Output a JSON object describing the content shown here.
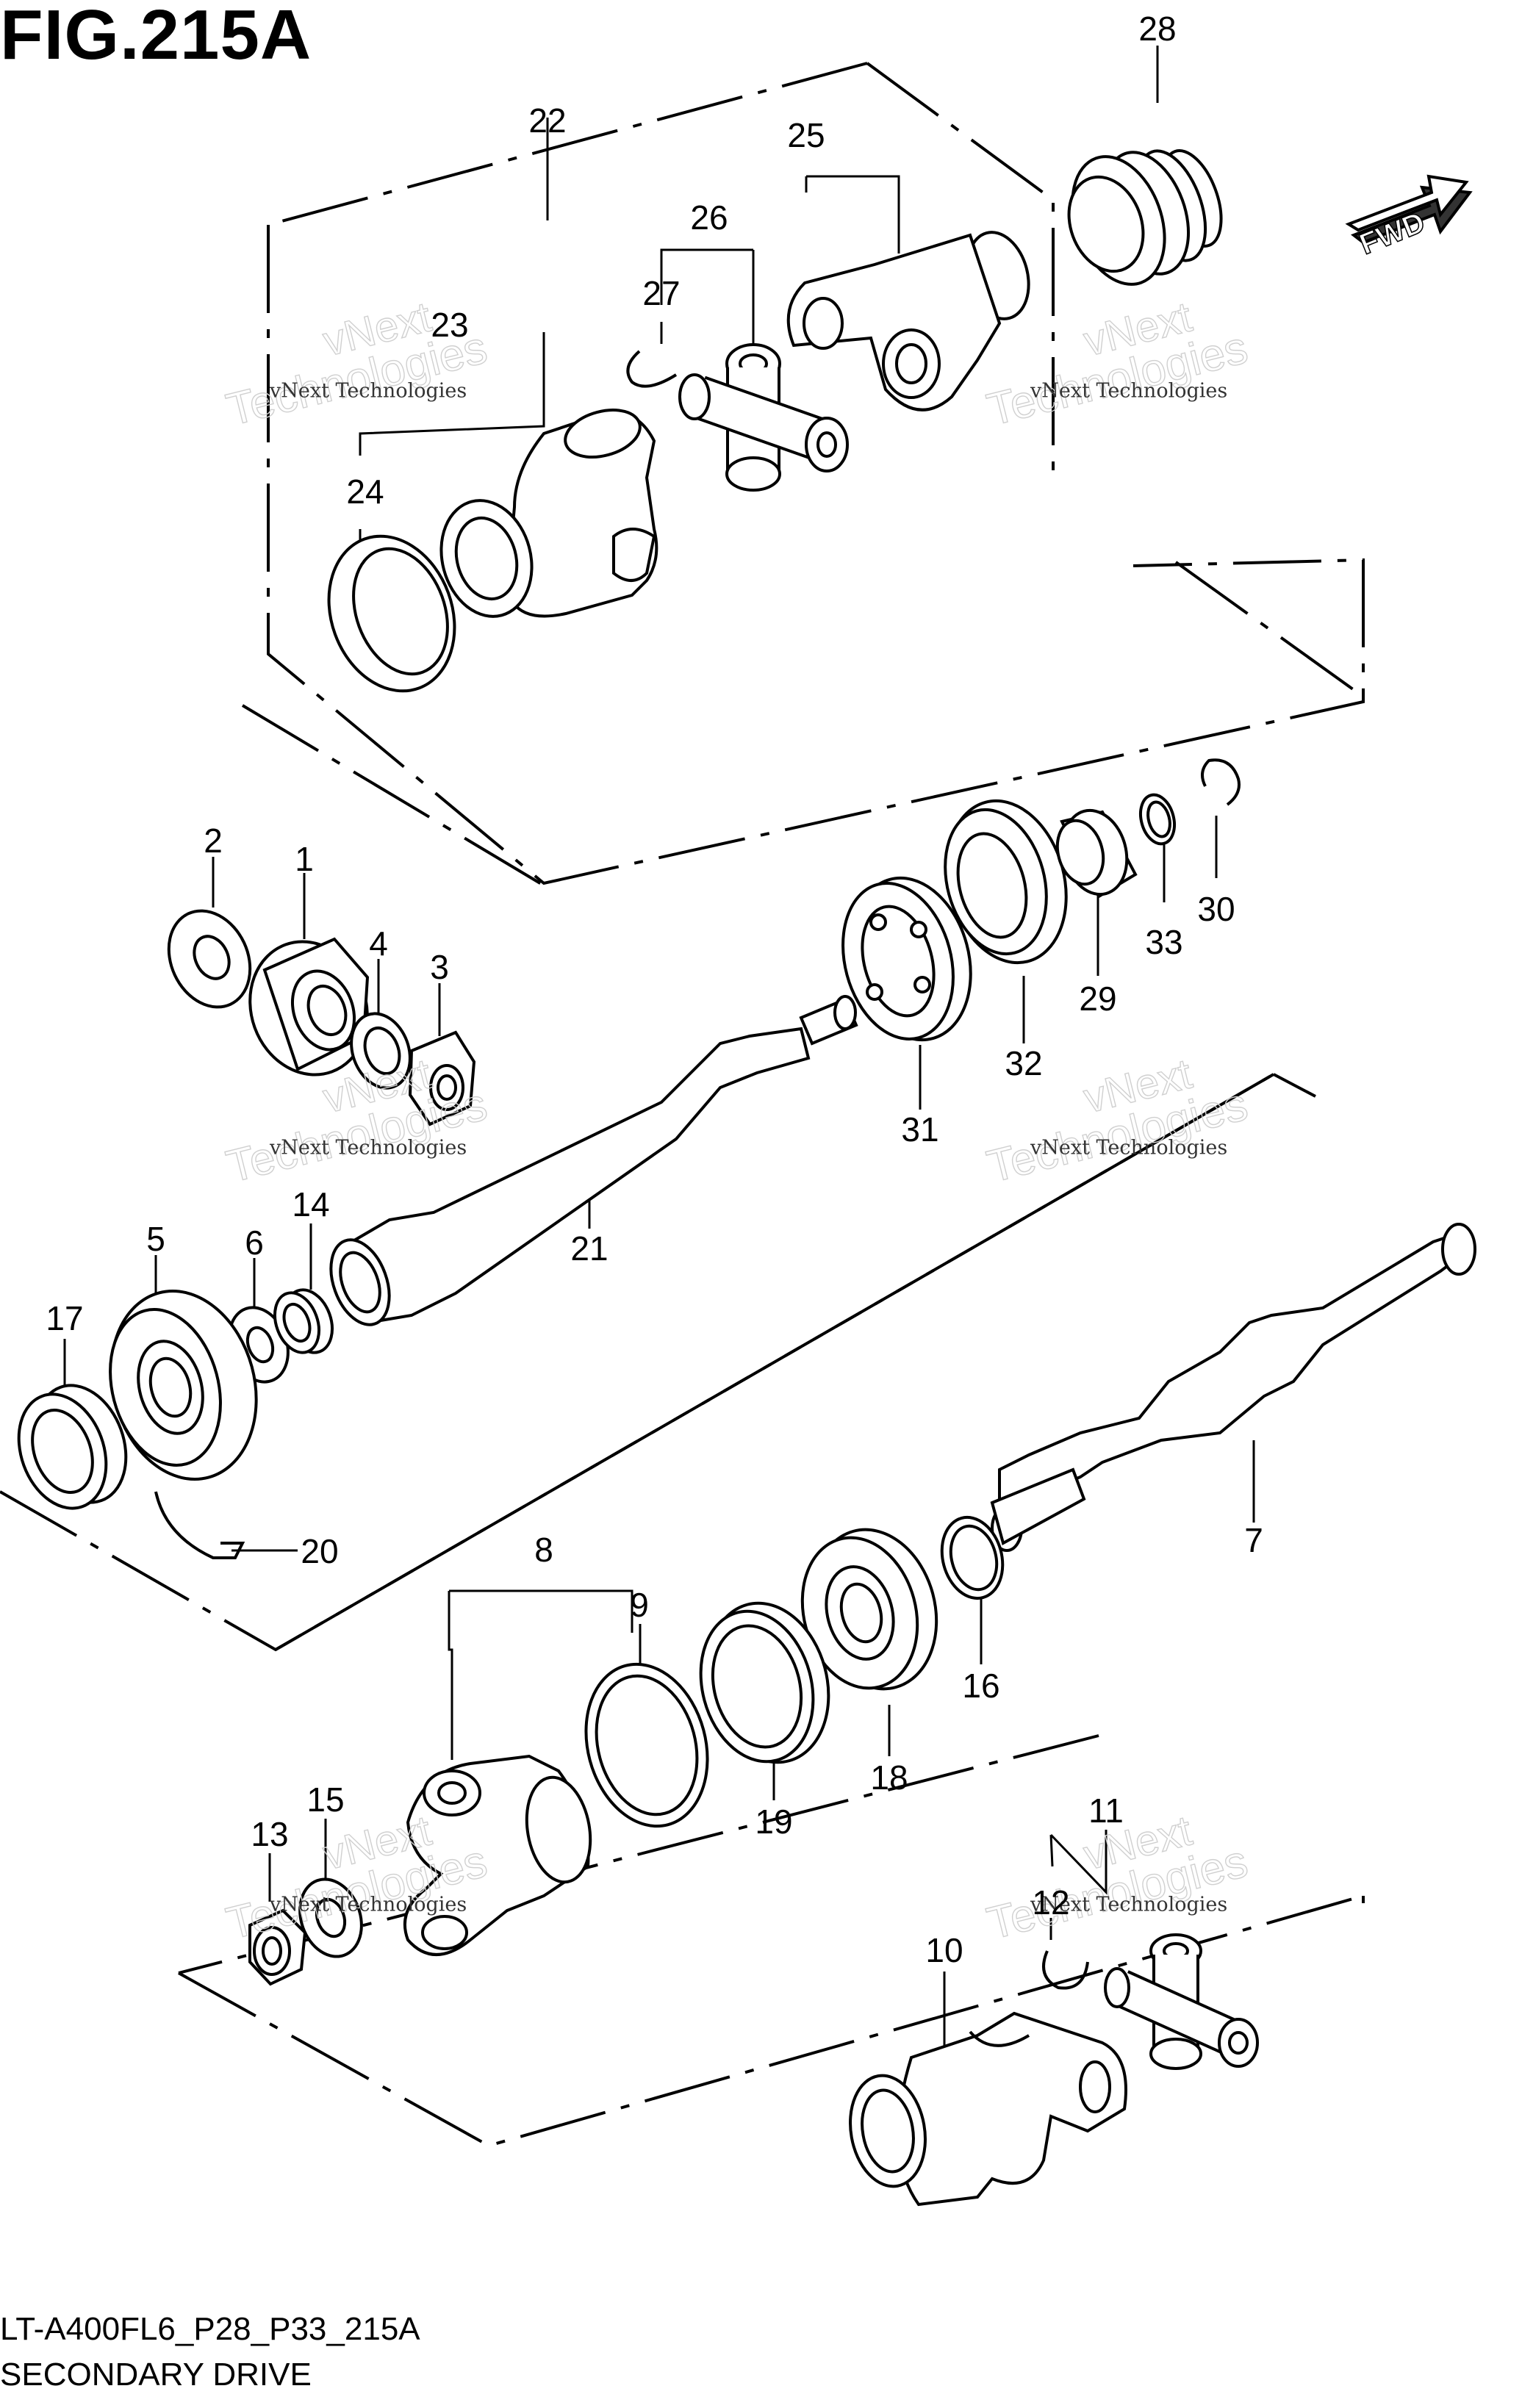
{
  "figure": {
    "title": "FIG.215A",
    "model_code": "LT-A400FL6_P28_P33_215A",
    "section_name": "SECONDARY DRIVE",
    "direction_label": "FWD"
  },
  "watermark": {
    "brand_line1": "vNext",
    "brand_line2": "Technologies",
    "caption": "vNext Technologies"
  },
  "callouts": [
    "1",
    "2",
    "3",
    "4",
    "5",
    "6",
    "7",
    "8",
    "9",
    "10",
    "11",
    "12",
    "13",
    "14",
    "15",
    "16",
    "17",
    "18",
    "19",
    "20",
    "21",
    "22",
    "23",
    "24",
    "25",
    "26",
    "27",
    "28",
    "29",
    "30",
    "31",
    "32",
    "33"
  ]
}
